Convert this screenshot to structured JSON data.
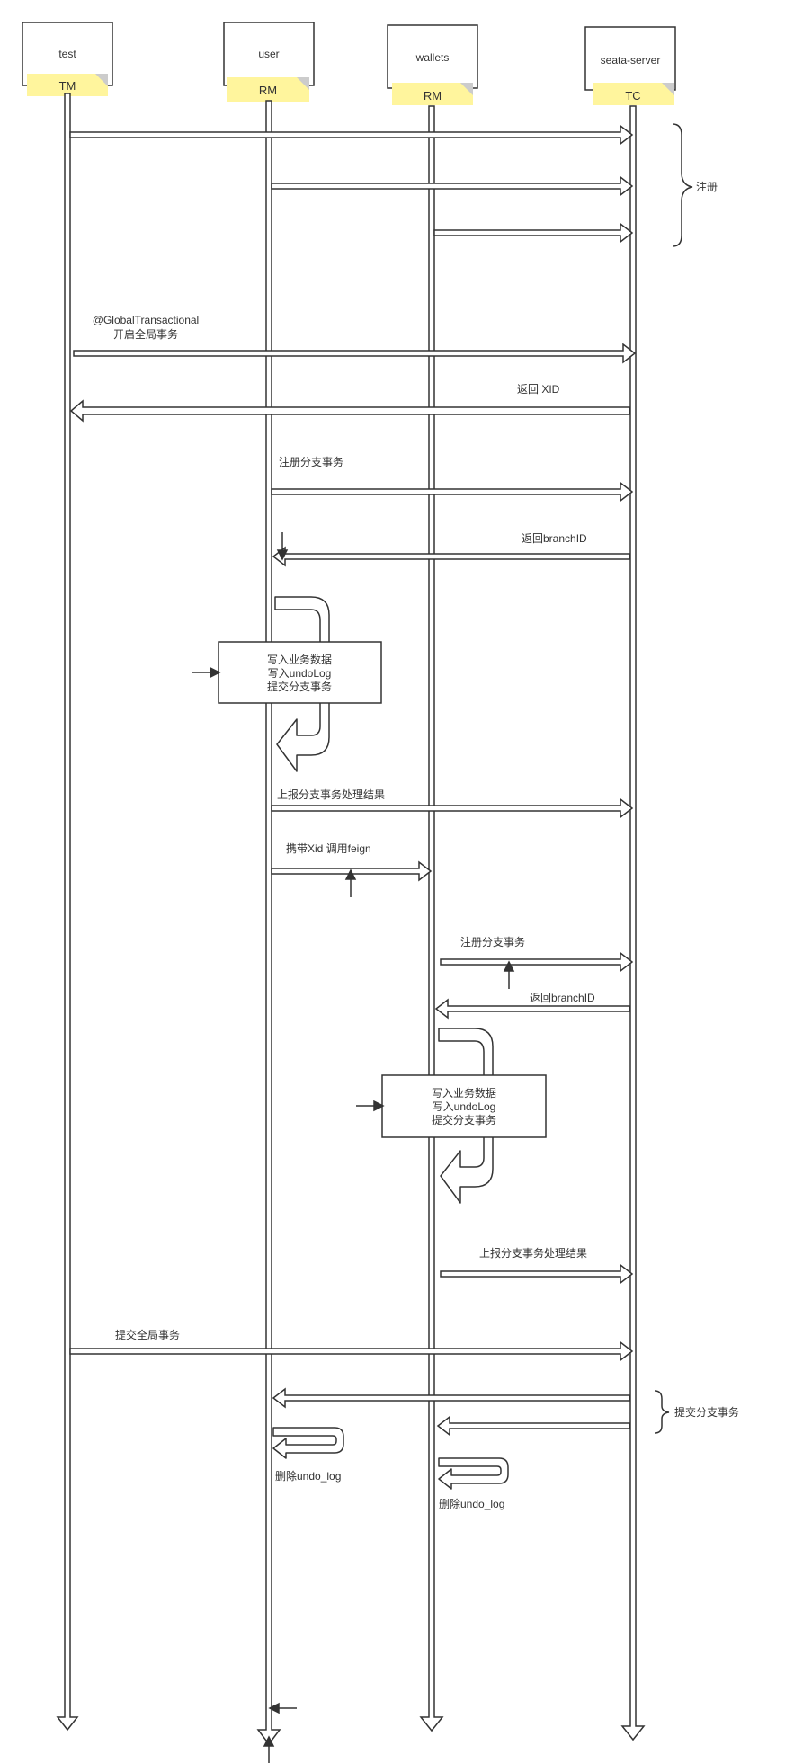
{
  "participants": [
    {
      "id": "test",
      "name": "test",
      "role": "TM"
    },
    {
      "id": "user",
      "name": "user",
      "role": "RM"
    },
    {
      "id": "wallets",
      "name": "wallets",
      "role": "RM"
    },
    {
      "id": "seata",
      "name": "seata-server",
      "role": "TC"
    }
  ],
  "colors": {
    "line": "#333333",
    "note": "#fff59d",
    "box": "#ffffff"
  },
  "brace_register": "注册",
  "brace_commit": "提交分支事务",
  "messages": {
    "global_tx_1": "@GlobalTransactional",
    "global_tx_2": "开启全局事务",
    "return_xid": "返回 XID",
    "user_register_branch": "注册分支事务",
    "user_return_branch": "返回branchID",
    "user_report": "上报分支事务处理结果",
    "call_feign": "携带Xid 调用feign",
    "wallets_register_branch": "注册分支事务",
    "wallets_return_branch": "返回branchID",
    "wallets_report": "上报分支事务处理结果",
    "commit_global": "提交全局事务",
    "user_delete_undo": "删除undo_log",
    "wallets_delete_undo": "删除undo_log"
  },
  "process_user": [
    "写入业务数据",
    "写入undoLog",
    "提交分支事务"
  ],
  "process_wallets": [
    "写入业务数据",
    "写入undoLog",
    "提交分支事务"
  ]
}
